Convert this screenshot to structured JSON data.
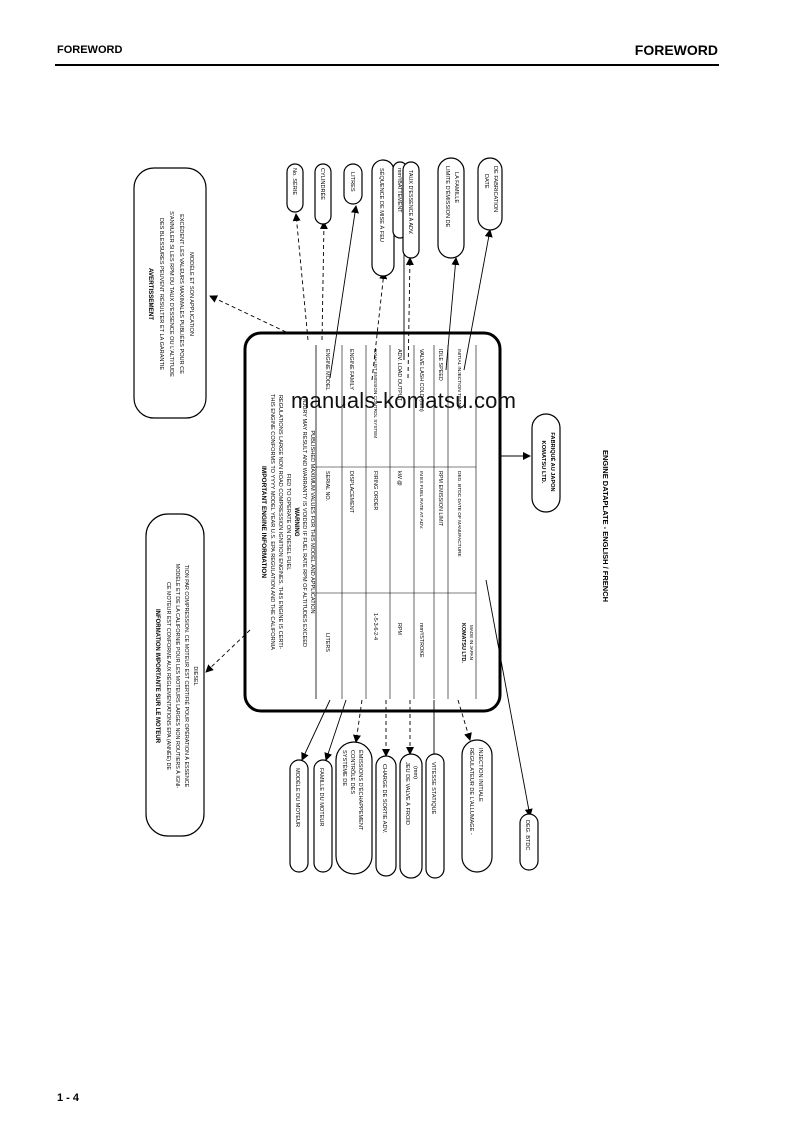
{
  "header": {
    "left": "FOREWORD",
    "right": "FOREWORD"
  },
  "page_number": "1 - 4",
  "watermark": "manuals-komatsu.com",
  "figure": {
    "caption": "ENGINE DATAPLATE - ENGLISH / FRENCH",
    "plate": {
      "title": "IMPORTANT ENGINE INFORMATION",
      "intro": [
        "THIS ENGINE CONFORMS TO YYYY MODEL YEAR U.S. EPA REGULATION AND THE CALIFORNIA",
        "REGULATIONS LARGE NON ROAD COMPRESSION IGNITION ENGINES. THIS ENGINE IS CERTI-",
        "FIED TO OPERATE ON DIESEL FUEL"
      ],
      "warning_title": "WARNING",
      "warning": [
        "INJURY MAY RESULT AND WARRANTY IS VOIDED IF FUEL RATE RPM OF ALTITUDES EXCEED",
        "PUBLISHED MAXIMUM VALUES FOR THIS MODEL AND APPLICATION"
      ],
      "rows": [
        {
          "c1": "ENGINE MODEL",
          "c2": "SERIAL NO.",
          "c3": "LITERS"
        },
        {
          "c1": "ENGINE FAMILY",
          "c2": "DISPLACEMENT",
          "c3": ""
        },
        {
          "c1": "EXHAUST EMISSION CONTROL SYSTEM",
          "c2": "FIRING ORDER",
          "c3": "1-5-3-6-2-4"
        },
        {
          "c1": "ADV. LOAD OUTPUT",
          "c2": "kW @",
          "c3": "RPM"
        },
        {
          "c1": "VALVE LASH COLD (mm)",
          "c2": "IN    EX    FUEL RATE AT ADV.",
          "c3": "mm³/STROKE"
        },
        {
          "c1": "IDLE SPEED",
          "c2": "RPM    EMISSION LIMIT",
          "c3": ""
        },
        {
          "c1": "INITIAL INJECTION TIMING",
          "c2": "DEG. BTDC    DATE OF MANUFACTURE",
          "c3": ""
        }
      ],
      "maker": "KOMATSU LTD.",
      "made_in": "MADE IN JAPAN"
    },
    "callouts_top": [
      "No. SÉRIE",
      "CYLINDRÉE",
      "LITRES",
      "SÉQUENCE DE MISE À FEU",
      "mm³/BATTEMENT",
      "TAUX D'ESSENCE À ADV.",
      "LIMITE D'ÉMISSION DE LA FAMILLE",
      "DATE DE FABRICATION"
    ],
    "callouts_bottom": [
      "MODÈLE DU MOTEUR",
      "FAMILLE DU MOTEUR",
      "SYSTÈME DE CONTRÔLE DES ÉMISSIONS D'ÉCHAPPEMENT",
      "CHARGE DE SORTIE ADV.",
      "JEU DE VALVE À FROID (mm)",
      "VITESSE STATIQUE",
      "RÉGULATEUR DE L'ALLUMAGE - INJECTION INITIALE",
      "DEG. BTDC"
    ],
    "avert_title": "AVERTISSEMENT",
    "avert_lines": [
      "DES BLESSURES PEUVENT RÉSULTER ET LA GARANTIE",
      "S'ANNULER SI LES RPM DU TAUX D'ESSENCE OU L'ALTITUDE",
      "EXCÈDENT LES VALEURS MAXIMALES PUBLIÉES POUR CE",
      "MODÈLE ET SON APPLICATION"
    ],
    "info_title": "INFORMATION IMPORTANTE SUR LE MOTEUR",
    "info_lines": [
      "CE MOTEUR EST CONFORME AUX RÉGLEMENTATIONS EPA (ANNÉE) DE",
      "MODÈLE ET DE LA CALIFORNIE POUR LES MOTEURS LARGES NON ROUTIERS À IGNI-",
      "TION PAR COMPRESSION. CE MOTEUR EST CERTIFIÉ POUR OPÉRATION À ESSENCE",
      "DIESEL"
    ],
    "maker_fr_1": "KOMATSU LTD.",
    "maker_fr_2": "FABRIQUÉ AU JAPON"
  }
}
